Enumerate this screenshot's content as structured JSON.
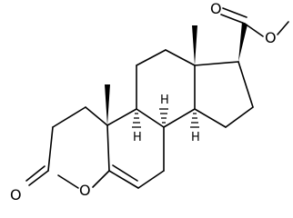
{
  "structure": {
    "atom_labels": {
      "carbonyl_oxygen_ring": "O",
      "ring_oxygen": "O",
      "ester_carbonyl_oxygen": "O",
      "ester_oxygen": "O",
      "h_c8": "H",
      "h_c9": "H",
      "h_c14": "H"
    },
    "bond_color": "#000000",
    "background": "#ffffff"
  }
}
